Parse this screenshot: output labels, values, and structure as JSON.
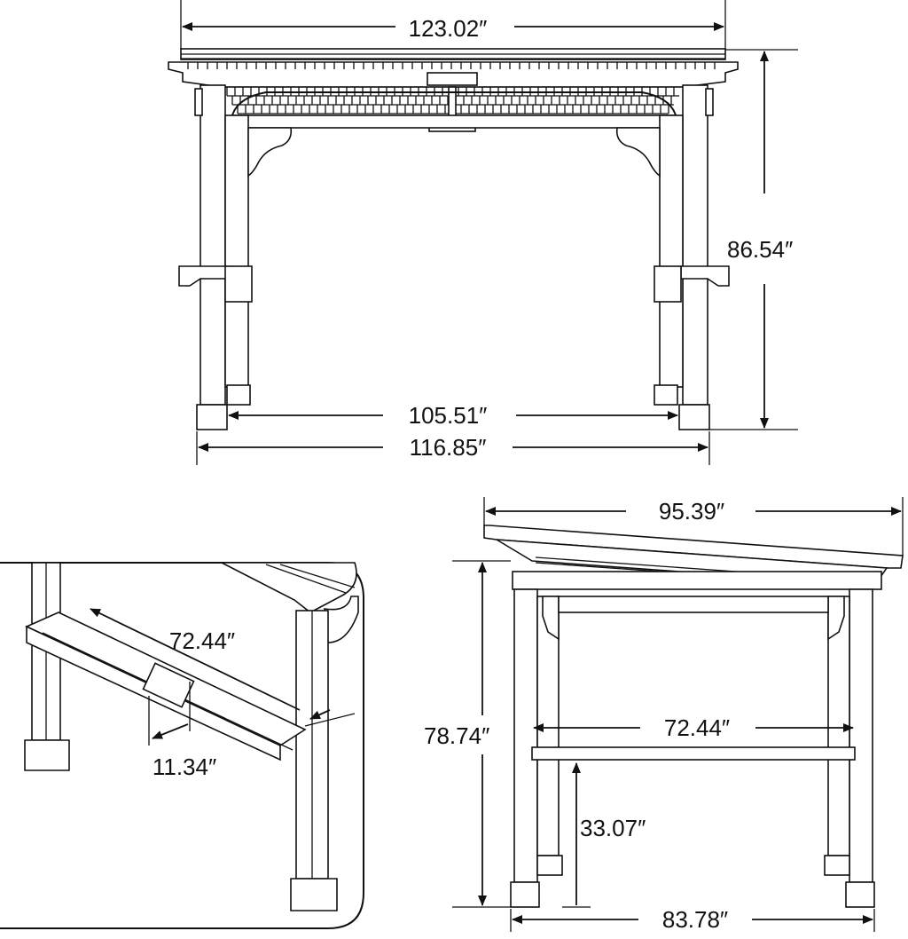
{
  "dimensions": {
    "front_top_width": "123.02″",
    "front_height": "86.54″",
    "front_inner_width": "105.51″",
    "front_outer_width": "116.85″",
    "side_top_depth": "95.39″",
    "side_height": "78.74″",
    "side_shelf_length": "72.44″",
    "side_shelf_height": "33.07″",
    "side_base_depth": "83.78″",
    "detail_shelf_length": "72.44″",
    "detail_shelf_depth": "11.34″"
  },
  "colors": {
    "line": "#111111",
    "background": "#ffffff"
  }
}
